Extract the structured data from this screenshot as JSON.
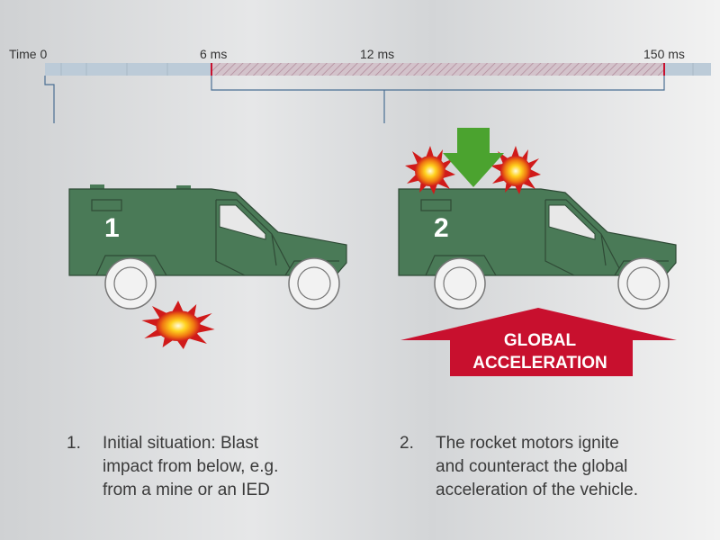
{
  "timeline": {
    "labels": [
      "Time 0",
      "6 ms",
      "12 ms",
      "150 ms"
    ]
  },
  "vehicles": [
    {
      "number": "1"
    },
    {
      "number": "2"
    }
  ],
  "acceleration_arrow": {
    "line1": "GLOBAL",
    "line2": "ACCELERATION"
  },
  "captions": [
    {
      "number": "1.",
      "lines": [
        "Initial situation: Blast",
        "impact from below, e.g.",
        "from a mine or an IED"
      ]
    },
    {
      "number": "2.",
      "lines": [
        "The rocket motors ignite",
        "and counteract the global",
        "acceleration of the vehicle."
      ]
    }
  ],
  "colors": {
    "vehicle": "#4a7a57",
    "red": "#c8102e",
    "green_arrow": "#4ba32f",
    "timeline": "#bcccda"
  }
}
